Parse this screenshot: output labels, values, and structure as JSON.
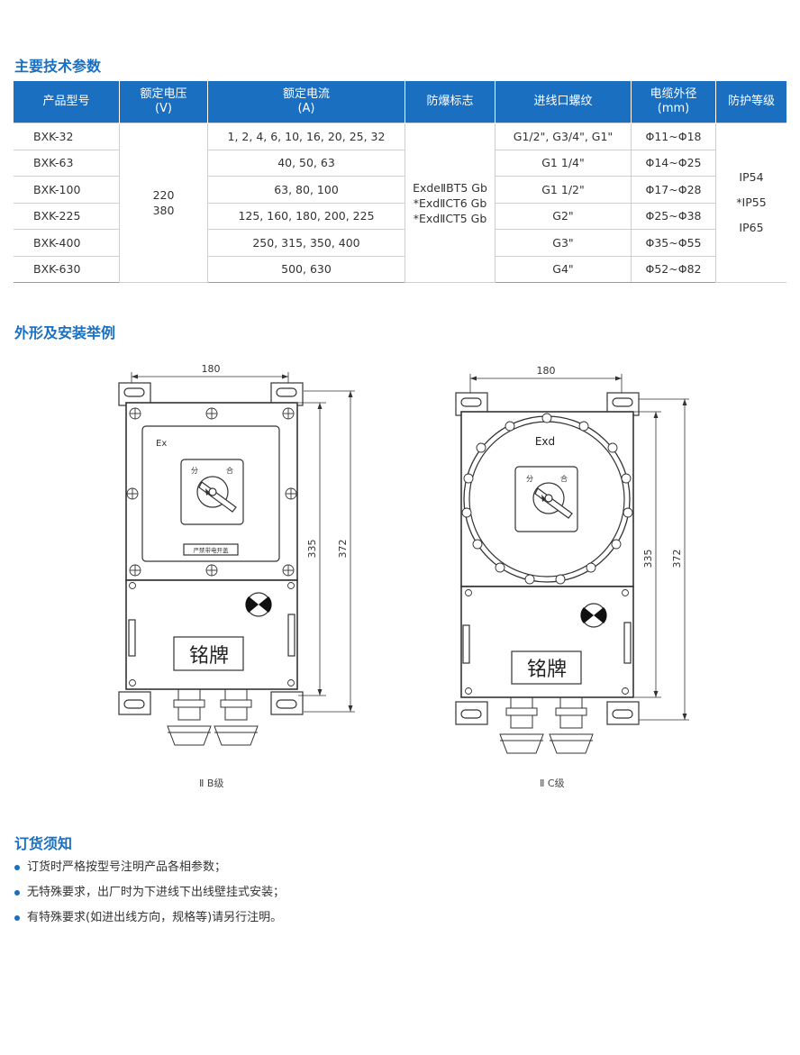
{
  "sections": {
    "params_title": "主要技术参数",
    "drawing_title": "外形及安装举例",
    "order_title": "订货须知"
  },
  "table": {
    "headers": [
      {
        "line1": "产品型号",
        "line2": ""
      },
      {
        "line1": "额定电压",
        "line2": "(V)"
      },
      {
        "line1": "额定电流",
        "line2": "(A)"
      },
      {
        "line1": "防爆标志",
        "line2": ""
      },
      {
        "line1": "进线口螺纹",
        "line2": ""
      },
      {
        "line1": "电缆外径",
        "line2": "(mm)"
      },
      {
        "line1": "防护等级",
        "line2": ""
      }
    ],
    "models": [
      "BXK-32",
      "BXK-63",
      "BXK-100",
      "BXK-225",
      "BXK-400",
      "BXK-630"
    ],
    "voltage": [
      "220",
      "380"
    ],
    "currents": [
      "1, 2, 4, 6, 10, 16, 20, 25, 32",
      "40, 50, 63",
      "63, 80, 100",
      "125, 160, 180, 200, 225",
      "250, 315, 350, 400",
      "500, 630"
    ],
    "ex_marks": [
      "ExdeⅡBT5 Gb",
      "*ExdⅡCT6 Gb",
      "*ExdⅡCT5 Gb"
    ],
    "threads": [
      "G1/2\", G3/4\", G1\"",
      "G1 1/4\"",
      "G1 1/2\"",
      "G2\"",
      "G3\"",
      "G4\""
    ],
    "cable_od": [
      "Φ11~Φ18",
      "Φ14~Φ25",
      "Φ17~Φ28",
      "Φ25~Φ38",
      "Φ35~Φ55",
      "Φ52~Φ82"
    ],
    "protection": [
      "IP54",
      "*IP55",
      "IP65"
    ]
  },
  "drawing_left": {
    "dim_width": "180",
    "dim_inner_height": "335",
    "dim_total_height": "372",
    "ex_label": "Ex",
    "switch_off": "分",
    "switch_on": "合",
    "warning": "严禁带电开盖",
    "nameplate": "铭牌",
    "caption": "Ⅱ B级"
  },
  "drawing_right": {
    "dim_width": "180",
    "dim_inner_height": "335",
    "dim_total_height": "372",
    "ex_label": "Exd",
    "switch_off": "分",
    "switch_on": "合",
    "nameplate": "铭牌",
    "caption": "Ⅱ C级"
  },
  "order_notes": [
    "订货时严格按型号注明产品各相参数；",
    "无特殊要求，出厂时为下进线下出线壁挂式安装；",
    "有特殊要求(如进出线方向，规格等)请另行注明。"
  ],
  "colors": {
    "accent": "#1a6fc1",
    "line": "#333333"
  }
}
